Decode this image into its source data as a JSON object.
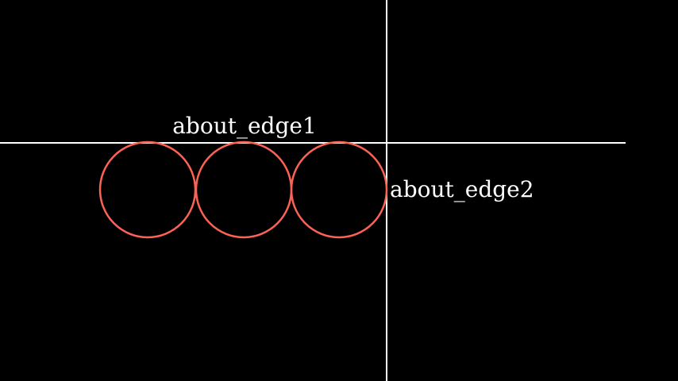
{
  "colors": {
    "background": "#000000",
    "line": "#ffffff",
    "circle": "#fc6255",
    "text": "#ffffff"
  },
  "labels": {
    "edge1": "about_edge1",
    "edge2": "about_edge2"
  },
  "circles": {
    "count": 3
  }
}
